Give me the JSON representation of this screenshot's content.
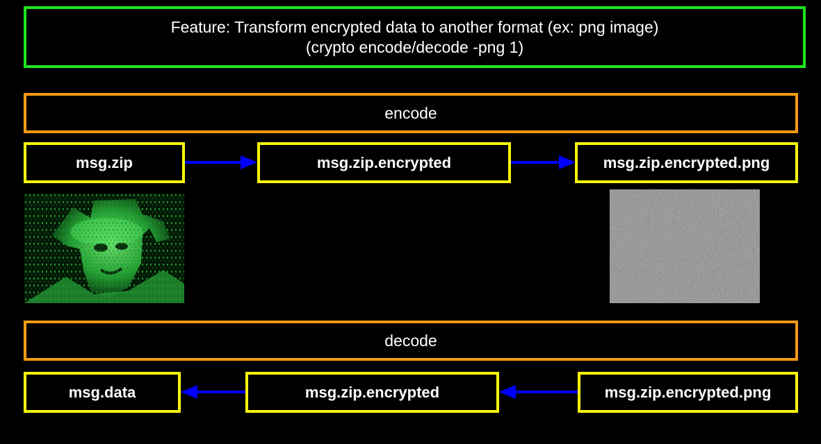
{
  "header": {
    "line1": "Feature: Transform encrypted data to another format (ex: png image)",
    "line2": "(crypto encode/decode -png 1)"
  },
  "encode": {
    "label": "encode",
    "files": [
      "msg.zip",
      "msg.zip.encrypted",
      "msg.zip.encrypted.png"
    ]
  },
  "decode": {
    "label": "decode",
    "files": [
      "msg.data",
      "msg.zip.encrypted",
      "msg.zip.encrypted.png"
    ]
  },
  "colors": {
    "title_border": "#1ee61e",
    "section_border": "#f39a14",
    "file_border": "#f5f50a",
    "arrow": "#0000ff"
  },
  "images": {
    "source": "matrix-figure-image",
    "output": "noise-png-image"
  }
}
